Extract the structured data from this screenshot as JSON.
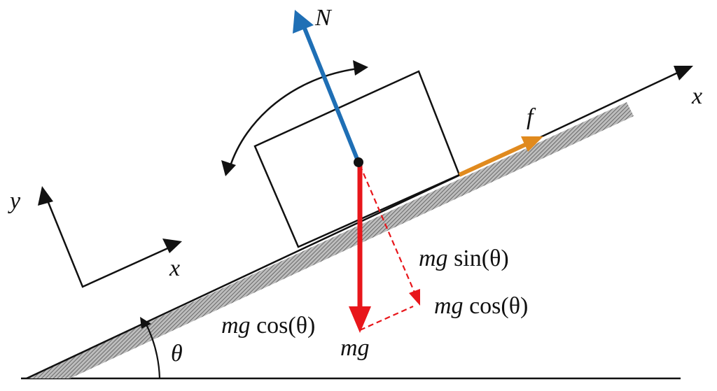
{
  "labels": {
    "normal_force": "N",
    "friction": "f",
    "incline_axis_x": "x",
    "frame_y": "y",
    "frame_x": "x",
    "angle": "θ",
    "weight": "mg",
    "mg_prefix_sin": "mg",
    "sin_term": " sin(θ)",
    "mg_prefix_cos_right": "mg",
    "cos_term_right": " cos(θ)",
    "mg_prefix_cos_left": "mg",
    "cos_term_left": " cos(θ)"
  },
  "colors": {
    "normal_force": "#1f6fb5",
    "weight": "#e8161b",
    "friction": "#e08a1e",
    "lines": "#111111"
  }
}
